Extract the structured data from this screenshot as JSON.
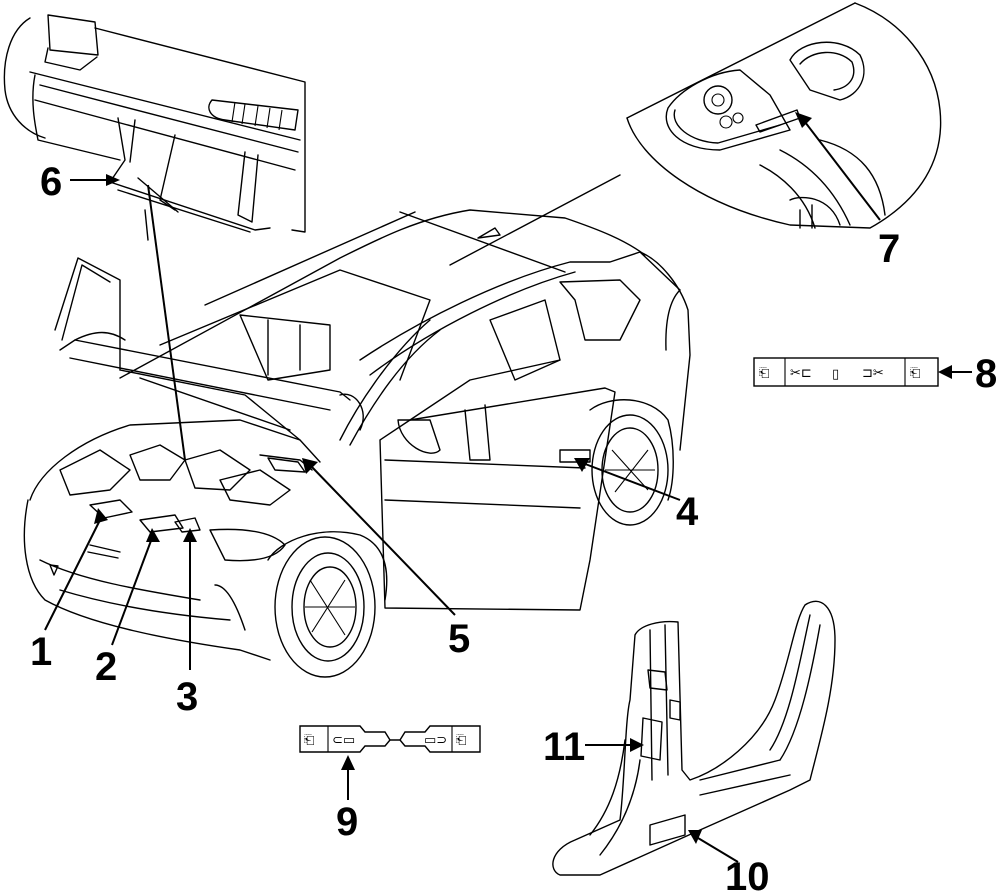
{
  "diagram": {
    "type": "parts-diagram",
    "subject": "vehicle labels / decals (exploded view)",
    "colors": {
      "line": "#000000",
      "background": "#ffffff"
    },
    "callouts": [
      {
        "id": "1",
        "label": "1",
        "points_to": "engine-compartment-label-left"
      },
      {
        "id": "2",
        "label": "2",
        "points_to": "engine-compartment-label-center"
      },
      {
        "id": "3",
        "label": "3",
        "points_to": "engine-compartment-label-right"
      },
      {
        "id": "4",
        "label": "4",
        "points_to": "door-jamb-label"
      },
      {
        "id": "5",
        "label": "5",
        "points_to": "hood-underside-label"
      },
      {
        "id": "6",
        "label": "6",
        "points_to": "door-panel-inset-label"
      },
      {
        "id": "7",
        "label": "7",
        "points_to": "charge-port-label"
      },
      {
        "id": "8",
        "label": "8",
        "points_to": "unlock-cable-label-symbol-strip"
      },
      {
        "id": "9",
        "label": "9",
        "points_to": "connector-label-symbol-strip"
      },
      {
        "id": "10",
        "label": "10",
        "points_to": "sill-label"
      },
      {
        "id": "11",
        "label": "11",
        "points_to": "b-pillar-label"
      }
    ],
    "label8_symbols": [
      "unlock-icon",
      "cable-cut-icon",
      "bar-icon",
      "cable-cut-icon",
      "unlock-icon"
    ],
    "label9_symbols": [
      "unlock-icon",
      "connector-icon",
      "connector-icon",
      "unlock-icon"
    ],
    "glyphs": {
      "unlock": "⎗",
      "cut_left": "✂⊏",
      "bar": "▯",
      "cut_right": "⊐✂",
      "connector_left": "⊂▭",
      "connector_right": "▭⊃"
    }
  }
}
